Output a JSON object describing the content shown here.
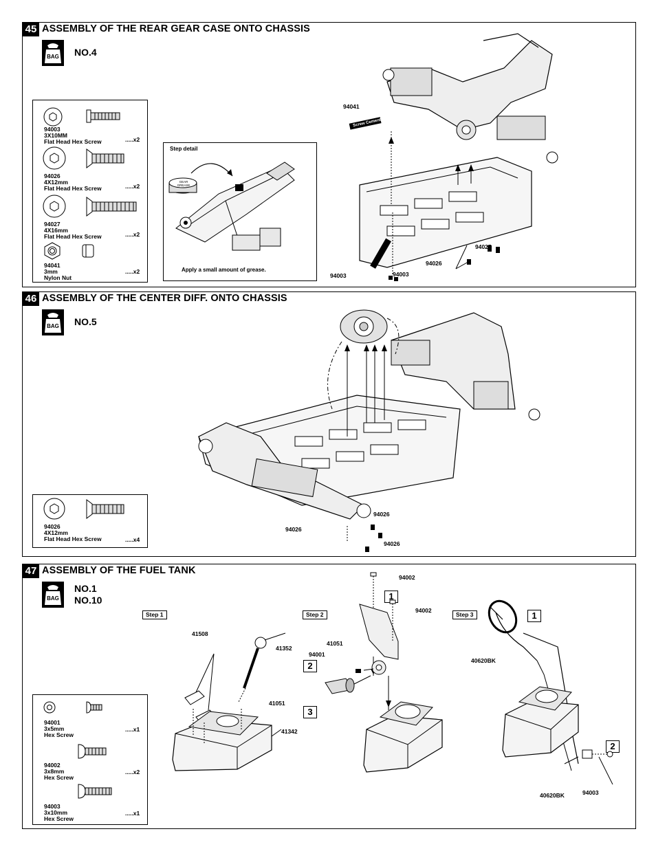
{
  "step45": {
    "number": "45",
    "title": "ASSEMBLY OF THE REAR GEAR CASE ONTO CHASSIS",
    "bag_label": "BAG",
    "bag_no": "NO.4",
    "parts": [
      {
        "code": "94003",
        "size": "3X10MM",
        "name": "Flat Head Hex Screw",
        "qty": ".....x2"
      },
      {
        "code": "94026",
        "size": "4X12mm",
        "name": "Flat Head Hex Screw",
        "qty": ".....x2"
      },
      {
        "code": "94027",
        "size": "4X16mm",
        "name": "Flat Head Hex Screw",
        "qty": ".....x2"
      },
      {
        "code": "94041",
        "size": "3mm",
        "name": "Nylon Nut",
        "qty": ".....x2"
      }
    ],
    "detail_title": "Step detail",
    "detail_grease_label": "GEAR GREASE",
    "detail_caption": "Apply a small amount of grease.",
    "screw_cement": "Screw Cement",
    "labels": {
      "nut": "94041",
      "screw_a": "94003",
      "screw_b": "94003",
      "screw_c": "94026",
      "screw_d": "94027"
    }
  },
  "step46": {
    "number": "46",
    "title": "ASSEMBLY OF THE CENTER DIFF. ONTO CHASSIS",
    "bag_label": "BAG",
    "bag_no": "NO.5",
    "parts": [
      {
        "code": "94026",
        "size": "4X12mm",
        "name": "Flat Head Hex Screw",
        "qty": ".....x4"
      }
    ],
    "labels": {
      "a": "94026",
      "b": "94026",
      "c": "94026"
    }
  },
  "step47": {
    "number": "47",
    "title": "ASSEMBLY OF THE FUEL TANK",
    "bag_label": "BAG",
    "bag_no_1": "NO.1",
    "bag_no_2": "NO.10",
    "steps": [
      "Step 1",
      "Step 2",
      "Step 3"
    ],
    "parts": [
      {
        "code": "94001",
        "size": "3x5mm",
        "name": "Hex Screw",
        "qty": ".....x1"
      },
      {
        "code": "94002",
        "size": "3x8mm",
        "name": "Hex Screw",
        "qty": ".....x2"
      },
      {
        "code": "94003",
        "size": "3x10mm",
        "name": "Hex Screw",
        "qty": ".....x1"
      }
    ],
    "labels": {
      "clip": "41508",
      "cap": "41352",
      "tank": "41342",
      "filter": "41051",
      "filter2": "41051",
      "screw1": "94001",
      "screw2a": "94002",
      "screw2b": "94002",
      "mount_top": "40620BK",
      "mount_bottom": "40620BK",
      "screw3": "94003"
    },
    "callouts": [
      "1",
      "2",
      "3",
      "1",
      "2"
    ]
  }
}
